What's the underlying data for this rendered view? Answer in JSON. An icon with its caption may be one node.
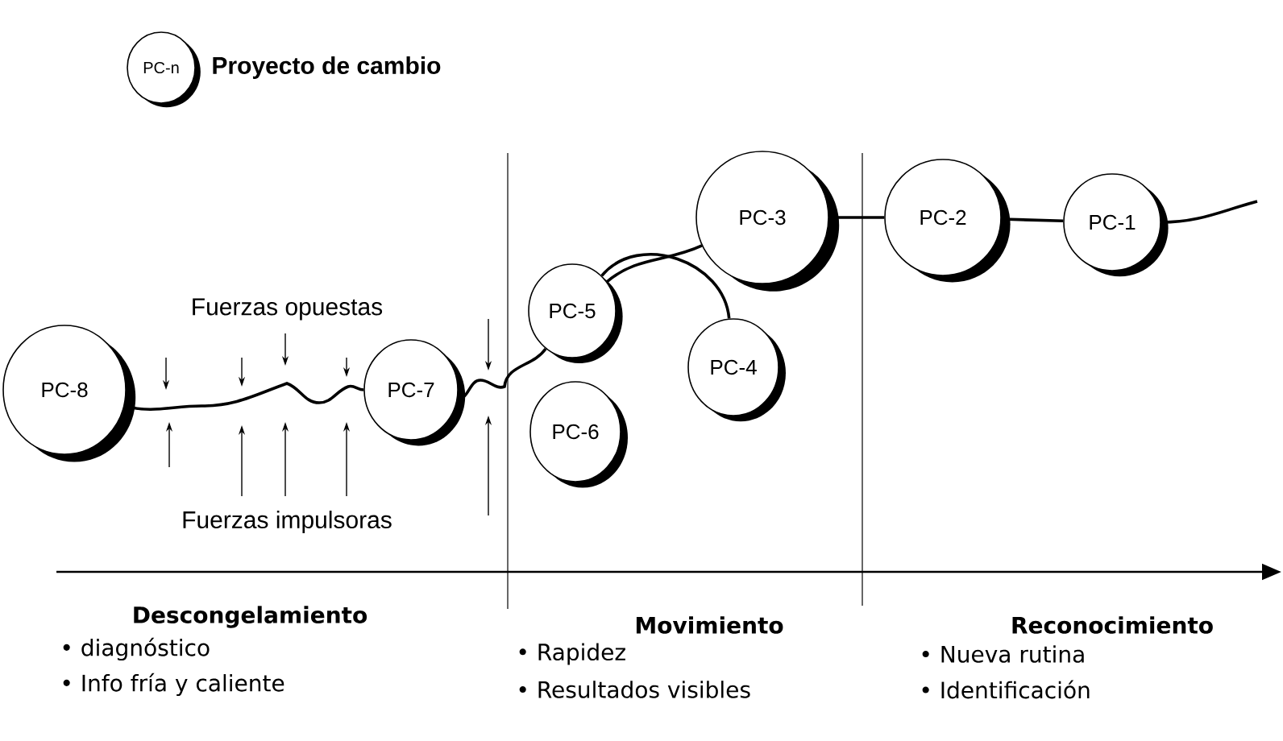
{
  "diagram": {
    "nodes": [
      {
        "text": [
          "PC-n"
        ],
        "beside": [
          "Proyecto de cambio"
        ]
      },
      {
        "text": [
          "PC-8"
        ]
      },
      {
        "text": [
          "PC-7"
        ]
      },
      {
        "text": [
          "PC-6"
        ]
      },
      {
        "text": [
          "PC-5"
        ]
      },
      {
        "text": [
          "PC-4"
        ]
      },
      {
        "text": [
          "PC-3"
        ]
      },
      {
        "text": [
          "PC-2"
        ]
      },
      {
        "text": [
          "PC-1"
        ]
      }
    ],
    "edges": [
      {
        "from": 1,
        "to": 2,
        "arrow": "none"
      },
      {
        "from": 2,
        "to": 4,
        "arrow": "none"
      },
      {
        "from": 4,
        "to": 6,
        "arrow": "none"
      },
      {
        "from": 4,
        "to": 5,
        "arrow": "none"
      },
      {
        "from": 6,
        "to": 7,
        "arrow": "none"
      },
      {
        "from": 7,
        "to": 8,
        "arrow": "none"
      },
      {
        "from": 8,
        "to": null,
        "arrow": "none"
      }
    ],
    "labels": [
      "Fuerzas opuestas",
      "Fuerzas impulsoras",
      "Descongelamiento",
      "• diagnóstico",
      "• Info fría y caliente",
      "Movimiento",
      "• Rapidez",
      "• Resultados visibles",
      "Reconocimiento",
      "• Nueva rutina",
      "• Identificación"
    ]
  }
}
